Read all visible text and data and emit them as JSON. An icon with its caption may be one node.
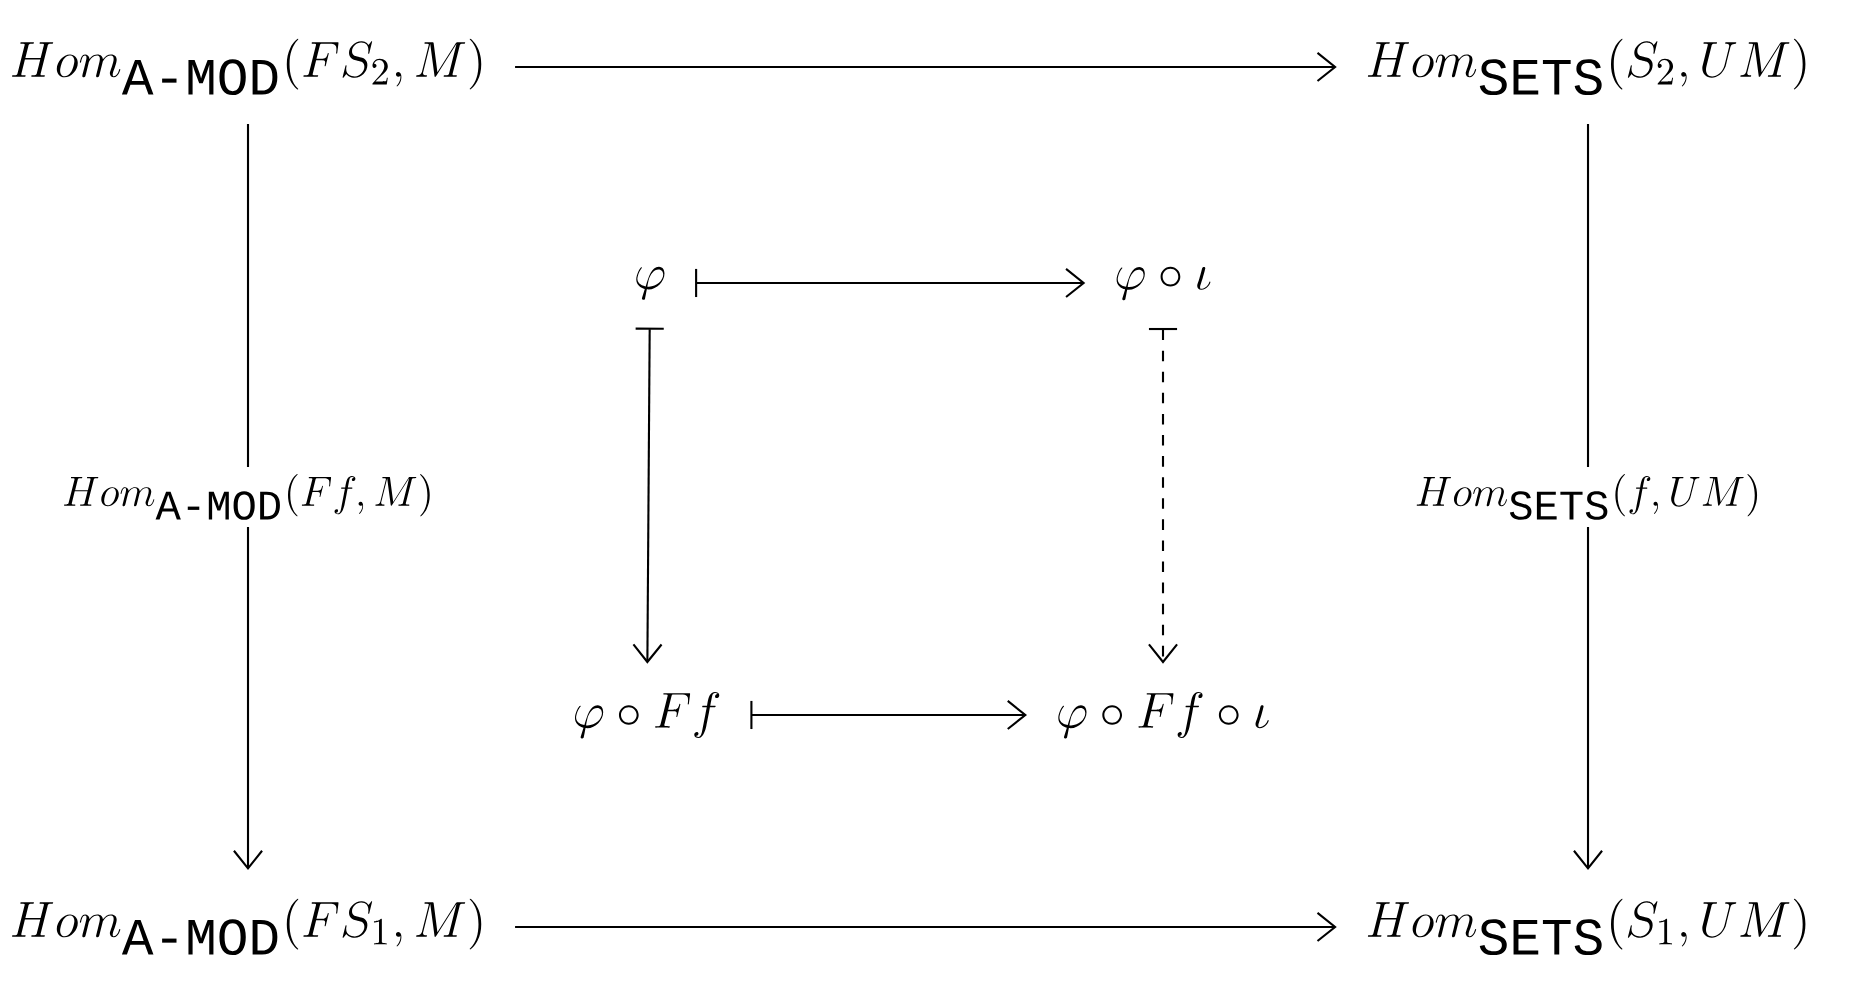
{
  "diagram": {
    "nodes": [
      {
        "text": [
          "Hom_{\\texttt{A-MOD}}(FS_2, M)"
        ]
      },
      {
        "text": [
          "Hom_{\\texttt{SETS}}(S_2, UM)"
        ]
      },
      {
        "text": [
          "Hom_{\\texttt{A-MOD}}(FS_1, M)"
        ]
      },
      {
        "text": [
          "Hom_{\\texttt{SETS}}(S_1, UM)"
        ]
      },
      {
        "text": [
          "\\varphi"
        ]
      },
      {
        "text": [
          "\\varphi \\circ \\iota"
        ]
      },
      {
        "text": [
          "\\varphi \\circ Ff"
        ]
      },
      {
        "text": [
          "\\varphi \\circ Ff \\circ \\iota"
        ]
      }
    ],
    "edges": [
      {
        "from": 0,
        "to": 1,
        "arrow": "to"
      },
      {
        "from": 0,
        "to": 2,
        "arrow": "to",
        "label": "Hom_{\\texttt{A-MOD}}(Ff, M)"
      },
      {
        "from": 1,
        "to": 3,
        "arrow": "to",
        "label": "Hom_{\\texttt{SETS}}(f, UM)"
      },
      {
        "from": 2,
        "to": 3,
        "arrow": "to"
      },
      {
        "from": 4,
        "to": 5,
        "arrow": "to"
      },
      {
        "from": 4,
        "to": 6,
        "arrow": "to"
      },
      {
        "from": 5,
        "to": 7,
        "arrow": "to",
        "style": "dashed"
      },
      {
        "from": 6,
        "to": 7,
        "arrow": "to"
      }
    ]
  }
}
